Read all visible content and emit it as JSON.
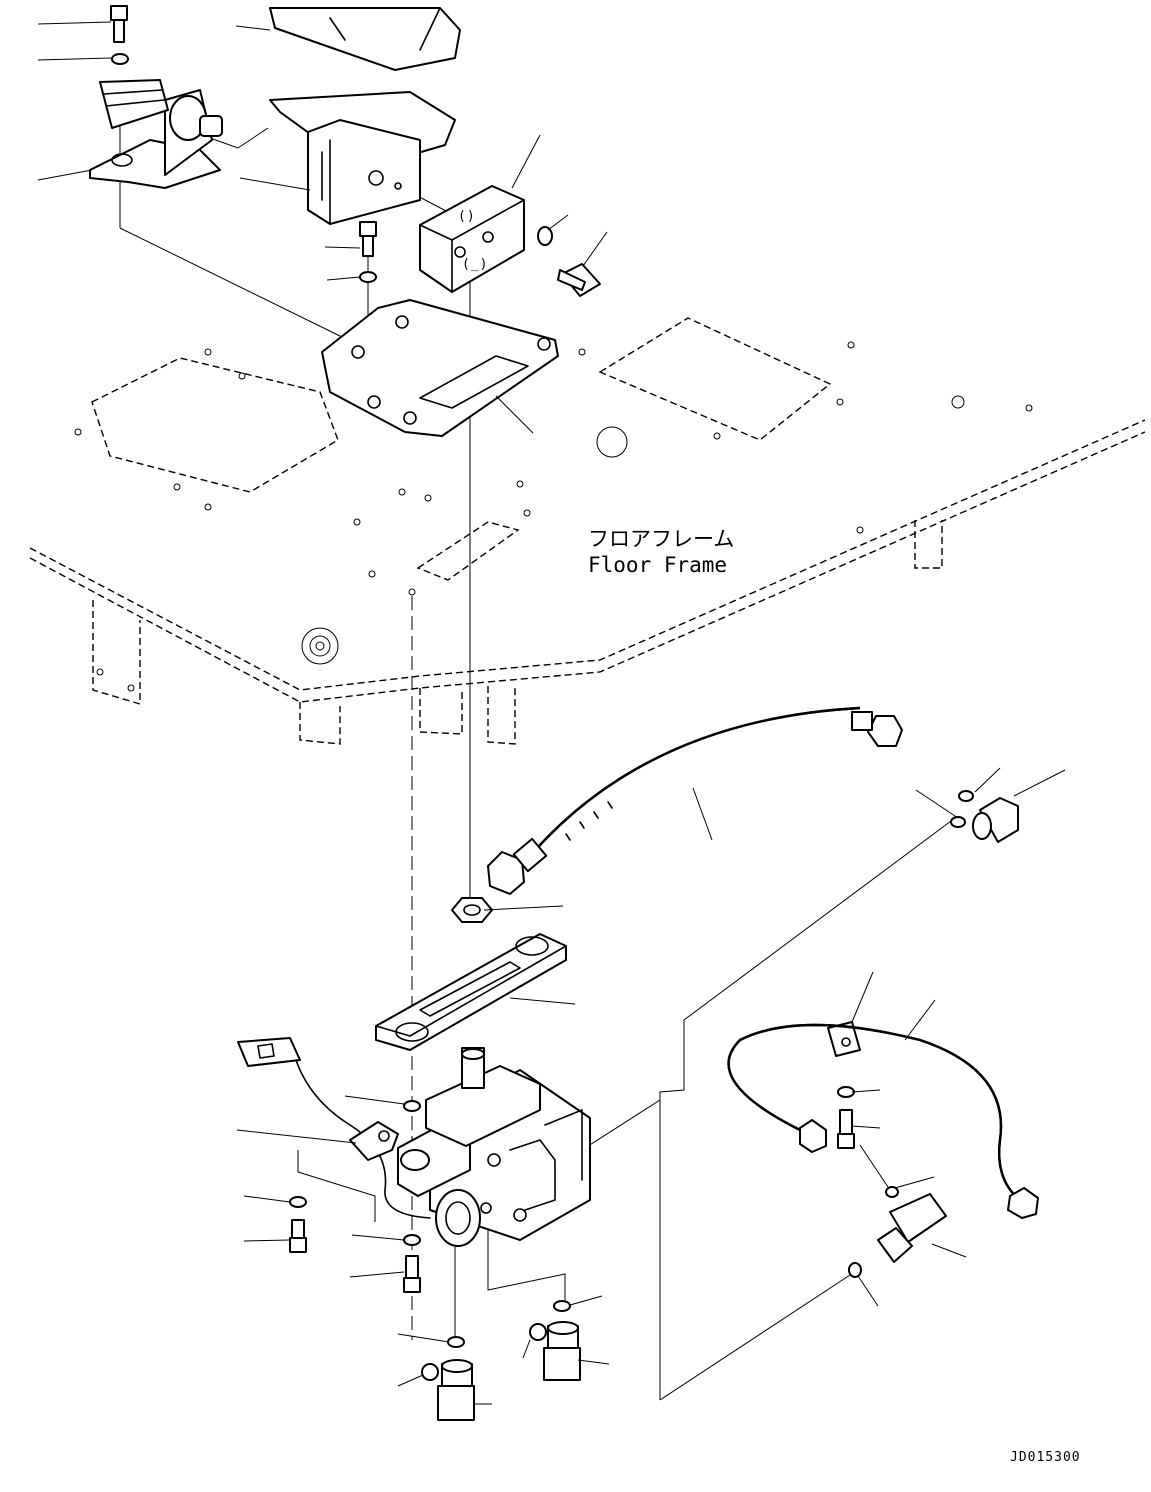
{
  "diagram": {
    "floor_label_jp": "フロアフレーム",
    "floor_label_en": "Floor Frame",
    "drawing_code": "JD015300"
  },
  "parts": [
    "pedal-cover",
    "pedal",
    "pedal-bracket",
    "pedal-block",
    "mounting-plate",
    "bolt",
    "washer",
    "nut",
    "spacer-plate",
    "pedal-valve",
    "harness-connector",
    "clamp",
    "hose-upper",
    "hose-lower",
    "elbow-fitting",
    "straight-fitting",
    "adapter-fitting",
    "o-ring"
  ]
}
